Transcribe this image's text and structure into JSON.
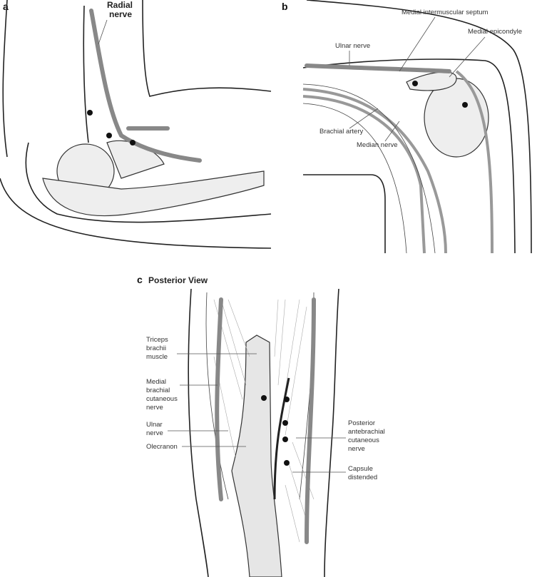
{
  "panel_a": {
    "letter": "a",
    "labels": {
      "radial_nerve_1": "Radial",
      "radial_nerve_2": "nerve"
    }
  },
  "panel_b": {
    "letter": "b",
    "labels": {
      "medial_intermuscular_septum": "Medial intermuscular septum",
      "medial_epicondyle": "Medial epicondyle",
      "ulnar_nerve": "Ulnar nerve",
      "brachial_artery": "Brachial artery",
      "median_nerve": "Median nerve"
    }
  },
  "panel_c": {
    "letter": "c",
    "title": "Posterior View",
    "labels": {
      "triceps": [
        "Triceps",
        "brachii",
        "muscle"
      ],
      "medial_brachial": [
        "Medial",
        "brachial",
        "cutaneous",
        "nerve"
      ],
      "ulnar": [
        "Ulnar",
        "nerve"
      ],
      "olecranon": "Olecranon",
      "posterior_antebrachial": [
        "Posterior",
        "antebrachial",
        "cutaneous",
        "nerve"
      ],
      "capsule": [
        "Capsule",
        "distended"
      ]
    }
  }
}
